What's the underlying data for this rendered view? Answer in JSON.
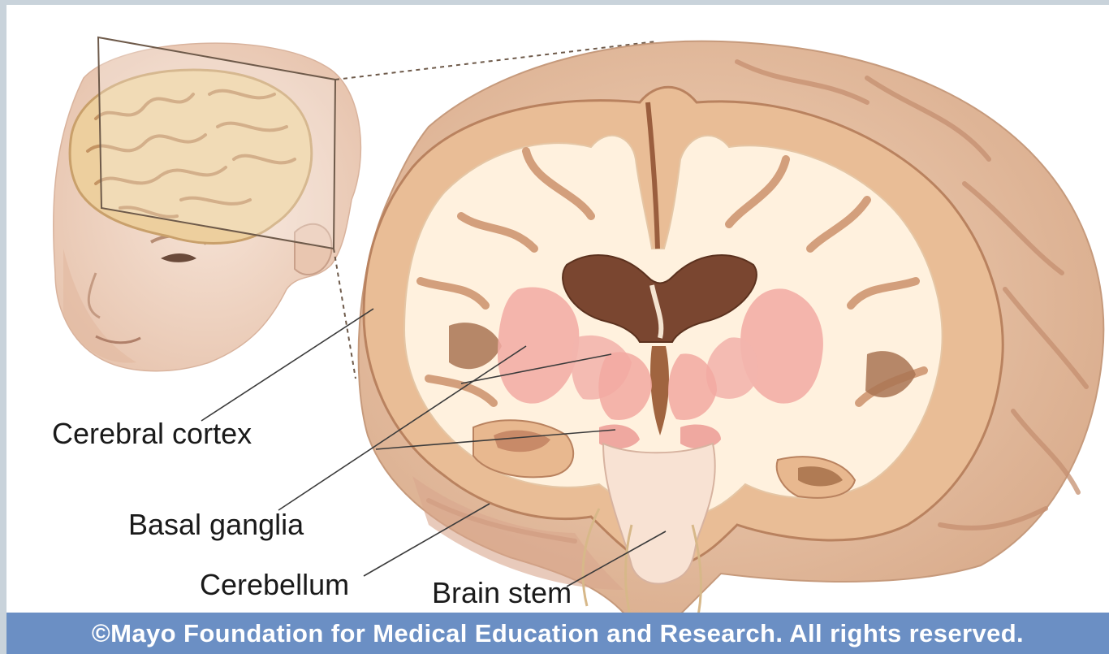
{
  "labels": {
    "cerebral_cortex": "Cerebral cortex",
    "basal_ganglia": "Basal ganglia",
    "cerebellum": "Cerebellum",
    "brain_stem": "Brain stem"
  },
  "footer": {
    "copyright": "©Mayo Foundation for Medical Education and Research.  All rights reserved."
  },
  "colors": {
    "footer_band": "#6b8fc4",
    "white_matter": "#fff2df",
    "gray_matter": "#e8b88f",
    "ventricle": "#7a4630",
    "basal_ganglia": "#f0a8a0",
    "skin": "#f1d6c6"
  }
}
